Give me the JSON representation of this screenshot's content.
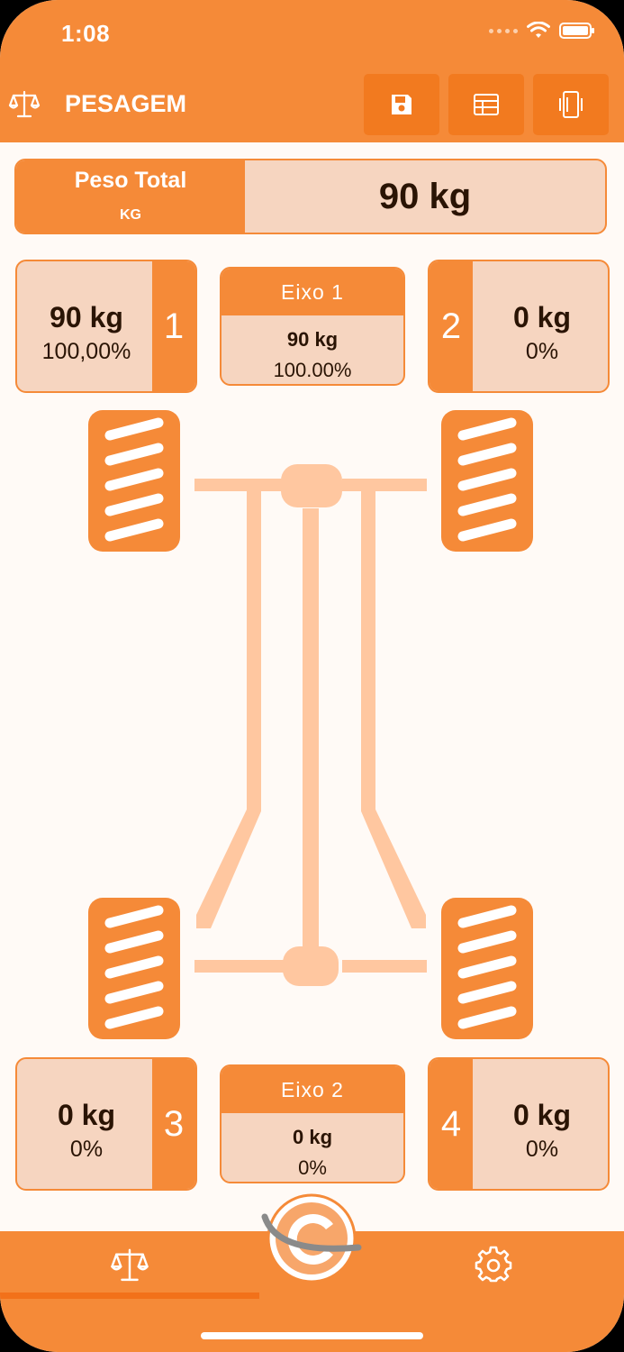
{
  "status": {
    "time": "1:08"
  },
  "header": {
    "title": "PESAGEM"
  },
  "toolbar": {
    "buttons": [
      {
        "icon": "save-icon"
      },
      {
        "icon": "table-icon"
      },
      {
        "icon": "device-icon"
      }
    ]
  },
  "total": {
    "label": "Peso Total",
    "unit": "KG",
    "value": "90 kg"
  },
  "wheels": [
    {
      "number": "1",
      "weight": "90 kg",
      "percent": "100,00%"
    },
    {
      "number": "2",
      "weight": "0 kg",
      "percent": "0%"
    },
    {
      "number": "3",
      "weight": "0 kg",
      "percent": "0%"
    },
    {
      "number": "4",
      "weight": "0 kg",
      "percent": "0%"
    }
  ],
  "axles": [
    {
      "label": "Eixo 1",
      "weight": "90 kg",
      "percent": "100.00%"
    },
    {
      "label": "Eixo 2",
      "weight": "0 kg",
      "percent": "0%"
    }
  ],
  "tabbar": {
    "tabs": [
      {
        "icon": "scale-icon",
        "active": true
      },
      {
        "icon": "gear-icon",
        "active": false
      }
    ]
  },
  "colors": {
    "primary": "#f58a38",
    "dark": "#f2711a",
    "panel": "#f6d5c0",
    "chassis": "#ffc7a0"
  }
}
